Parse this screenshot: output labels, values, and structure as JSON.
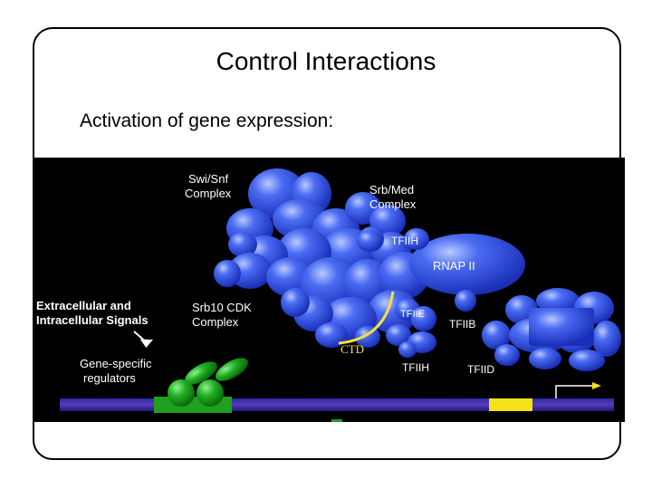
{
  "slide": {
    "title": "Control Interactions",
    "subtitle": "Activation of gene expression:"
  },
  "figure": {
    "labels": {
      "swi_snf_line1": "Swi/Snf",
      "swi_snf_line2": "Complex",
      "srb_med_line1": "Srb/Med",
      "srb_med_line2": "Complex",
      "tfiih_top": "TFIIH",
      "rnap": "RNAP II",
      "signals_line1": "Extracellular and",
      "signals_line2": "Intracellular Signals",
      "srb10_line1": "Srb10 CDK",
      "srb10_line2": "Complex",
      "tfiie": "TFIIE",
      "tfiib": "TFIIB",
      "ctd": "CTD",
      "regulators_line1": "Gene-specific",
      "regulators_line2": "regulators",
      "tfiih_bottom": "TFIIH",
      "tfiid": "TFIID"
    },
    "colors": {
      "background": "#000000",
      "protein_blue": "#2a52e6",
      "protein_highlight": "#9fb6ff",
      "regulator_green": "#1fa01f",
      "dna_purple": "#3a2a9a",
      "tata_yellow": "#f2e21a",
      "ctd_arc": "#f2e040",
      "text_white": "#ffffff"
    }
  }
}
